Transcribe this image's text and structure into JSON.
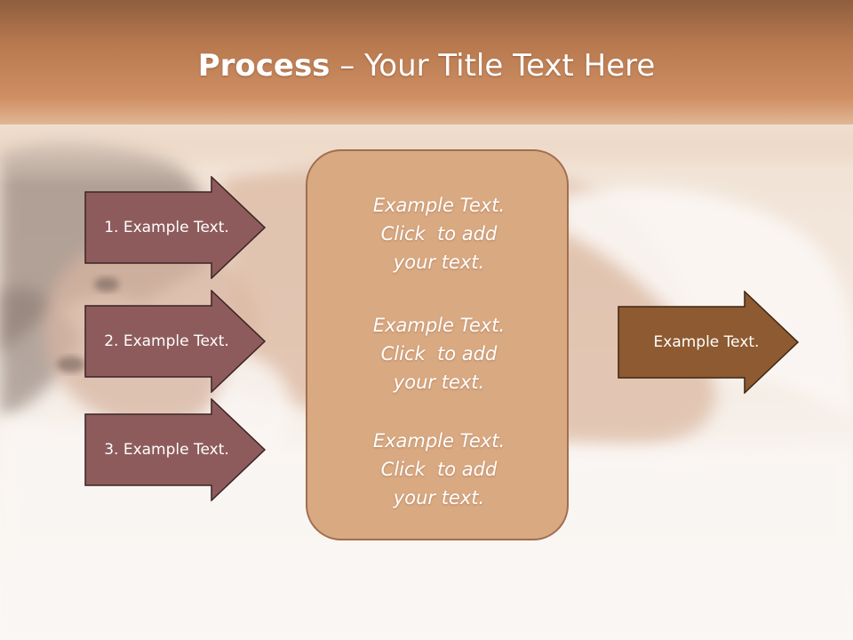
{
  "title": {
    "bold": "Process",
    "rest": " – Your Title Text Here"
  },
  "left_arrows": [
    {
      "label": "1. Example Text."
    },
    {
      "label": "2. Example Text."
    },
    {
      "label": "3. Example Text."
    }
  ],
  "center_box": {
    "blocks": [
      {
        "line1": "Example Text.",
        "line2": "Click  to add",
        "line3": "your text."
      },
      {
        "line1": "Example Text.",
        "line2": "Click  to add",
        "line3": "your text."
      },
      {
        "line1": "Example Text.",
        "line2": "Click  to add",
        "line3": "your text."
      }
    ]
  },
  "right_arrow": {
    "label": "Example Text."
  },
  "colors": {
    "left_arrow": "#8e5b5c",
    "right_arrow": "#8e5a31",
    "center_box": "#d9a982",
    "header": "#c8875b"
  },
  "photo": {
    "icon": "woman-lying-in-bed-photo"
  }
}
